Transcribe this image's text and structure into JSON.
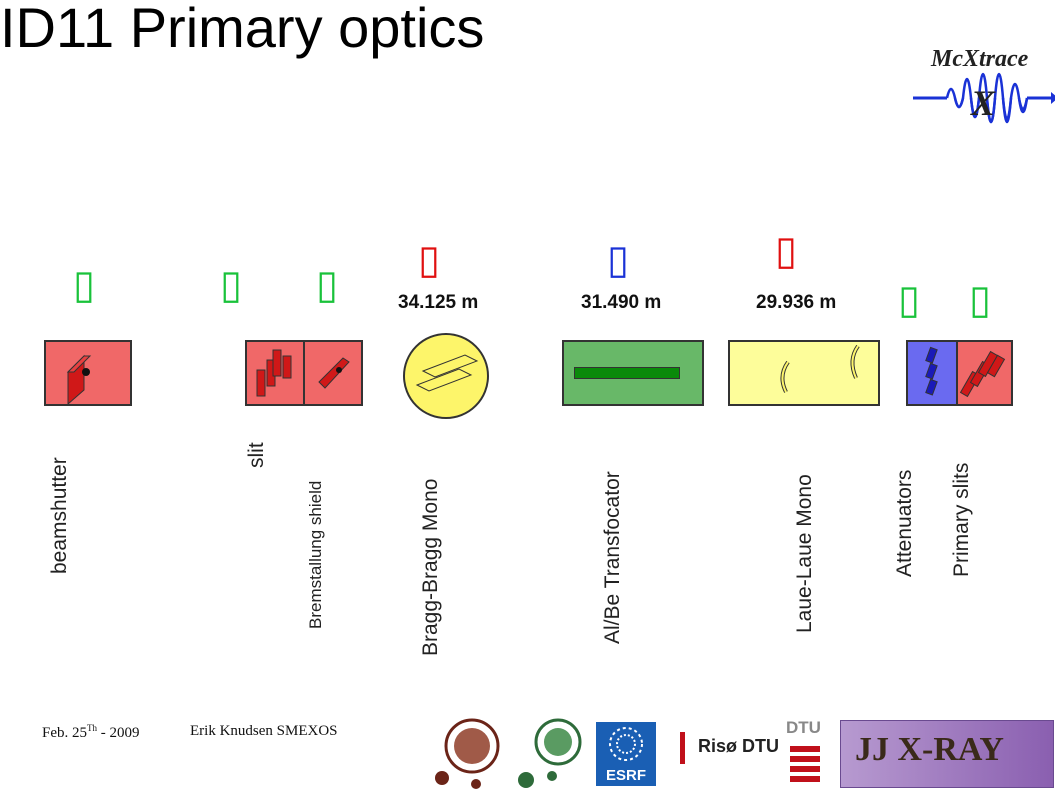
{
  "slide": {
    "title": "ID11 Primary optics",
    "logo_text": "McXtrace",
    "logo_letter": "X"
  },
  "components": [
    {
      "label": "beamshutter",
      "color": "#f06868"
    },
    {
      "label": "slit",
      "color": "#f06868"
    },
    {
      "label": "Bremstallung shield",
      "color": "#f06868"
    },
    {
      "label": "Bragg-Bragg Mono",
      "color": "#fdf56a",
      "distance": "34.125 m"
    },
    {
      "label": "Al/Be Transfocator",
      "color": "#68b868",
      "distance": "31.490 m"
    },
    {
      "label": "Laue-Laue Mono",
      "color": "#fdfd9a",
      "distance": "29.936 m"
    },
    {
      "label": "Attenuators",
      "color": "#6a6af0"
    },
    {
      "label": "Primary slits",
      "color": "#f06868"
    }
  ],
  "markers": {
    "green": "#19c23a",
    "red": "#e01010",
    "blue": "#1a32d6",
    "glyph": "▯"
  },
  "footer": {
    "date_main": "Feb. 25",
    "date_sup": "Th",
    "date_year": " - 2009",
    "author": "Erik Knudsen SMEXOS"
  },
  "sponsors": {
    "esrf": "ESRF",
    "riso": "Risø DTU",
    "dtu": "DTU",
    "jjxray": "JJ X-RAY"
  }
}
